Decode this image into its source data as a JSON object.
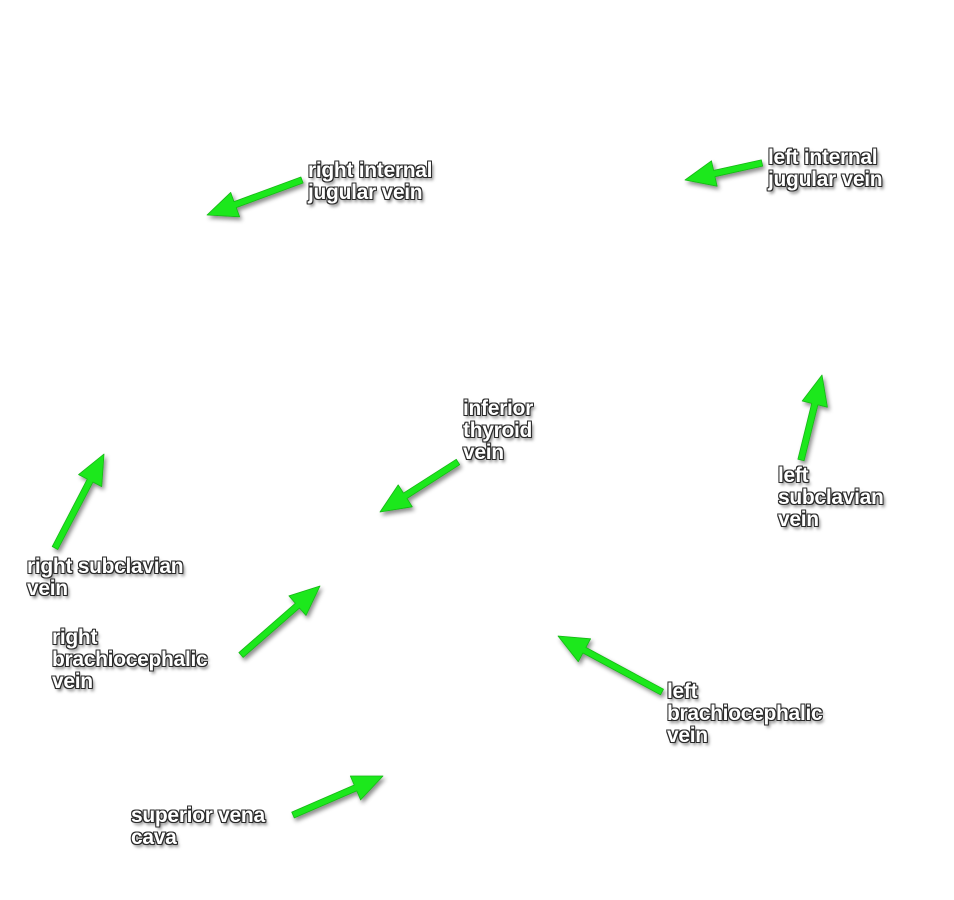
{
  "colors": {
    "arrow": "#1ee81e",
    "label_text": "#ffffff",
    "label_outline": "#2a2a2a",
    "background": "#ffffff"
  },
  "labels": [
    {
      "id": "right-internal-jugular-vein",
      "lines": [
        "right internal",
        "jugular vein"
      ]
    },
    {
      "id": "left-internal-jugular-vein",
      "lines": [
        "left internal",
        "jugular vein"
      ]
    },
    {
      "id": "inferior-thyroid-vein",
      "lines": [
        "inferior",
        "thyroid",
        "vein"
      ]
    },
    {
      "id": "left-subclavian-vein",
      "lines": [
        "left",
        "subclavian",
        "vein"
      ]
    },
    {
      "id": "right-subclavian-vein",
      "lines": [
        "right subclavian",
        "vein"
      ]
    },
    {
      "id": "right-brachiocephalic-vein",
      "lines": [
        "right",
        "brachiocephalic",
        "vein"
      ]
    },
    {
      "id": "left-brachiocephalic-vein",
      "lines": [
        "left",
        "brachiocephalic",
        "vein"
      ]
    },
    {
      "id": "superior-vena-cava",
      "lines": [
        "superior vena",
        "cava"
      ]
    }
  ]
}
